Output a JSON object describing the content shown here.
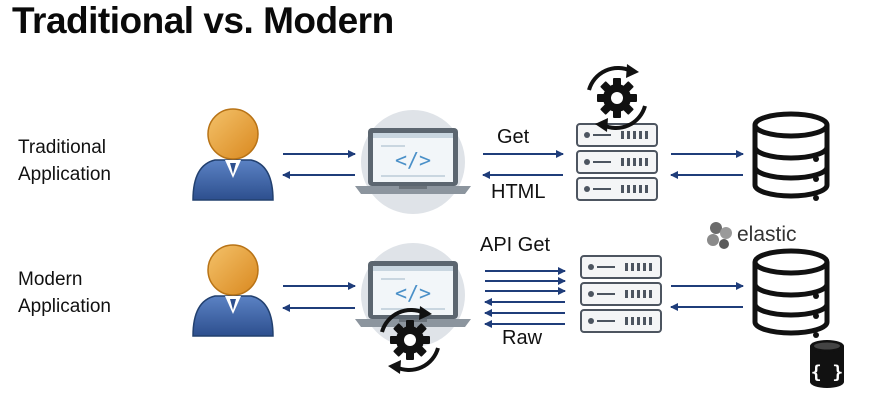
{
  "title": "Traditional vs. Modern",
  "rows": {
    "traditional": {
      "label_line1": "Traditional",
      "label_line2": "Application",
      "request_label": "Get",
      "response_label": "HTML"
    },
    "modern": {
      "label_line1": "Modern",
      "label_line2": "Application",
      "request_label": "API Get",
      "response_label": "Raw"
    }
  },
  "elastic": {
    "label": "elastic"
  },
  "icons": [
    "user-icon",
    "laptop-code-icon",
    "server-icon",
    "database-icon",
    "gear-sync-icon",
    "json-database-icon",
    "elastic-logo-icon"
  ],
  "colors": {
    "arrow": "#1f3d7a",
    "user_head": "#e8a33a",
    "user_body": "#3f66a8",
    "dark": "#111111"
  }
}
